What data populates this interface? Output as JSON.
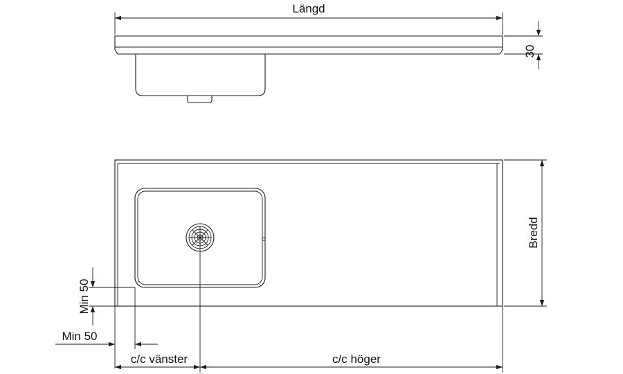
{
  "labels": {
    "length": "Längd",
    "thickness": "30",
    "depth": "Bredd",
    "min_front": "Min 50",
    "min_left": "Min 50",
    "cc_left": "c/c vänster",
    "cc_right": "c/c höger"
  },
  "colors": {
    "line": "#1a1a1a",
    "surface_fill": "#eef9fb",
    "bowl_fill": "#e3f2fa"
  },
  "icons": {
    "drain": "sink-drain-icon"
  }
}
